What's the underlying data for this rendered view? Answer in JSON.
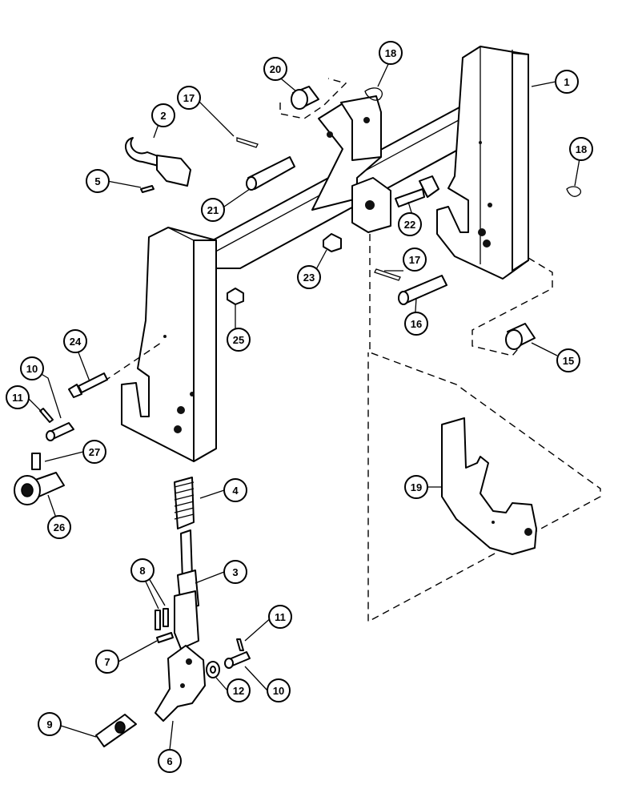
{
  "callouts": [
    {
      "id": "c1",
      "label": "1"
    },
    {
      "id": "c2",
      "label": "2"
    },
    {
      "id": "c3",
      "label": "3"
    },
    {
      "id": "c4",
      "label": "4"
    },
    {
      "id": "c5",
      "label": "5"
    },
    {
      "id": "c6",
      "label": "6"
    },
    {
      "id": "c7",
      "label": "7"
    },
    {
      "id": "c8",
      "label": "8"
    },
    {
      "id": "c9",
      "label": "9"
    },
    {
      "id": "c10a",
      "label": "10"
    },
    {
      "id": "c10b",
      "label": "10"
    },
    {
      "id": "c11a",
      "label": "11"
    },
    {
      "id": "c11b",
      "label": "11"
    },
    {
      "id": "c12",
      "label": "12"
    },
    {
      "id": "c15",
      "label": "15"
    },
    {
      "id": "c16",
      "label": "16"
    },
    {
      "id": "c17a",
      "label": "17"
    },
    {
      "id": "c17b",
      "label": "17"
    },
    {
      "id": "c18a",
      "label": "18"
    },
    {
      "id": "c18b",
      "label": "18"
    },
    {
      "id": "c19",
      "label": "19"
    },
    {
      "id": "c20",
      "label": "20"
    },
    {
      "id": "c21",
      "label": "21"
    },
    {
      "id": "c22",
      "label": "22"
    },
    {
      "id": "c23",
      "label": "23"
    },
    {
      "id": "c24",
      "label": "24"
    },
    {
      "id": "c25",
      "label": "25"
    },
    {
      "id": "c26",
      "label": "26"
    },
    {
      "id": "c27",
      "label": "27"
    }
  ]
}
